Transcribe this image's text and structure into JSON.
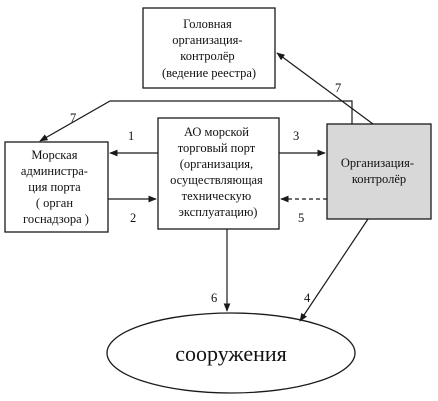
{
  "diagram": {
    "nodes": {
      "registry": {
        "lines": [
          "Головная",
          "организация-",
          "контролёр",
          "(ведение реестра)"
        ]
      },
      "port_admin": {
        "lines": [
          "Морская",
          "администра-",
          "ция порта",
          "( орган",
          "госнадзора )"
        ]
      },
      "port_operator": {
        "lines": [
          "АО морской",
          "торговый порт",
          "(организация,",
          "осуществляющая",
          "техническую",
          "эксплуатацию)"
        ]
      },
      "controller": {
        "lines": [
          "Организация-",
          "контролёр"
        ]
      },
      "structures": {
        "label": "сооружения"
      }
    },
    "edges": {
      "e1": "1",
      "e2": "2",
      "e3": "3",
      "e4": "4",
      "e5": "5",
      "e6": "6",
      "e7a": "7",
      "e7b": "7"
    }
  }
}
